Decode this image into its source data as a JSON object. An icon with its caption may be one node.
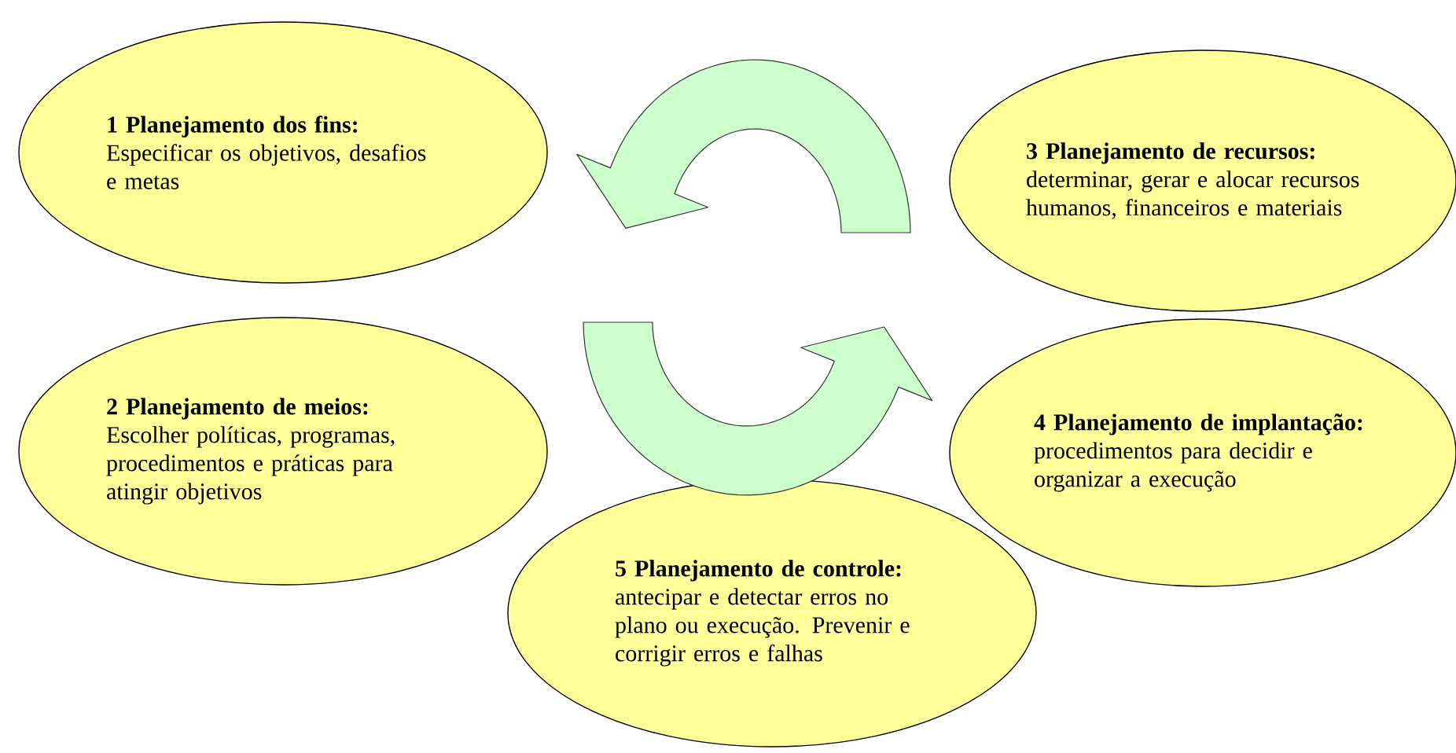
{
  "diagram": {
    "nodes": [
      {
        "text": [
          "**1 Planejamento dos fins:** Especificar os objetivos, desafios e metas"
        ]
      },
      {
        "text": [
          "**2 Planejamento de meios:** Escolher políticas, programas, procedimentos e práticas para atingir objetivos"
        ]
      },
      {
        "text": [
          "**3 Planejamento de recursos:** determinar, gerar e alocar recursos humanos, financeiros e materiais"
        ]
      },
      {
        "text": [
          "**4 Planejamento de implantação:** procedimentos para decidir e organizar a execução"
        ]
      },
      {
        "text": [
          "**5 Planejamento de controle:** antecipar e detectar erros no plano ou execução. Prevenir e corrigir erros e falhas"
        ]
      }
    ],
    "edges": [
      {
        "from": 2,
        "to": 0,
        "arrow": "to"
      },
      {
        "from": 1,
        "to": 2,
        "arrow": "to"
      }
    ]
  }
}
